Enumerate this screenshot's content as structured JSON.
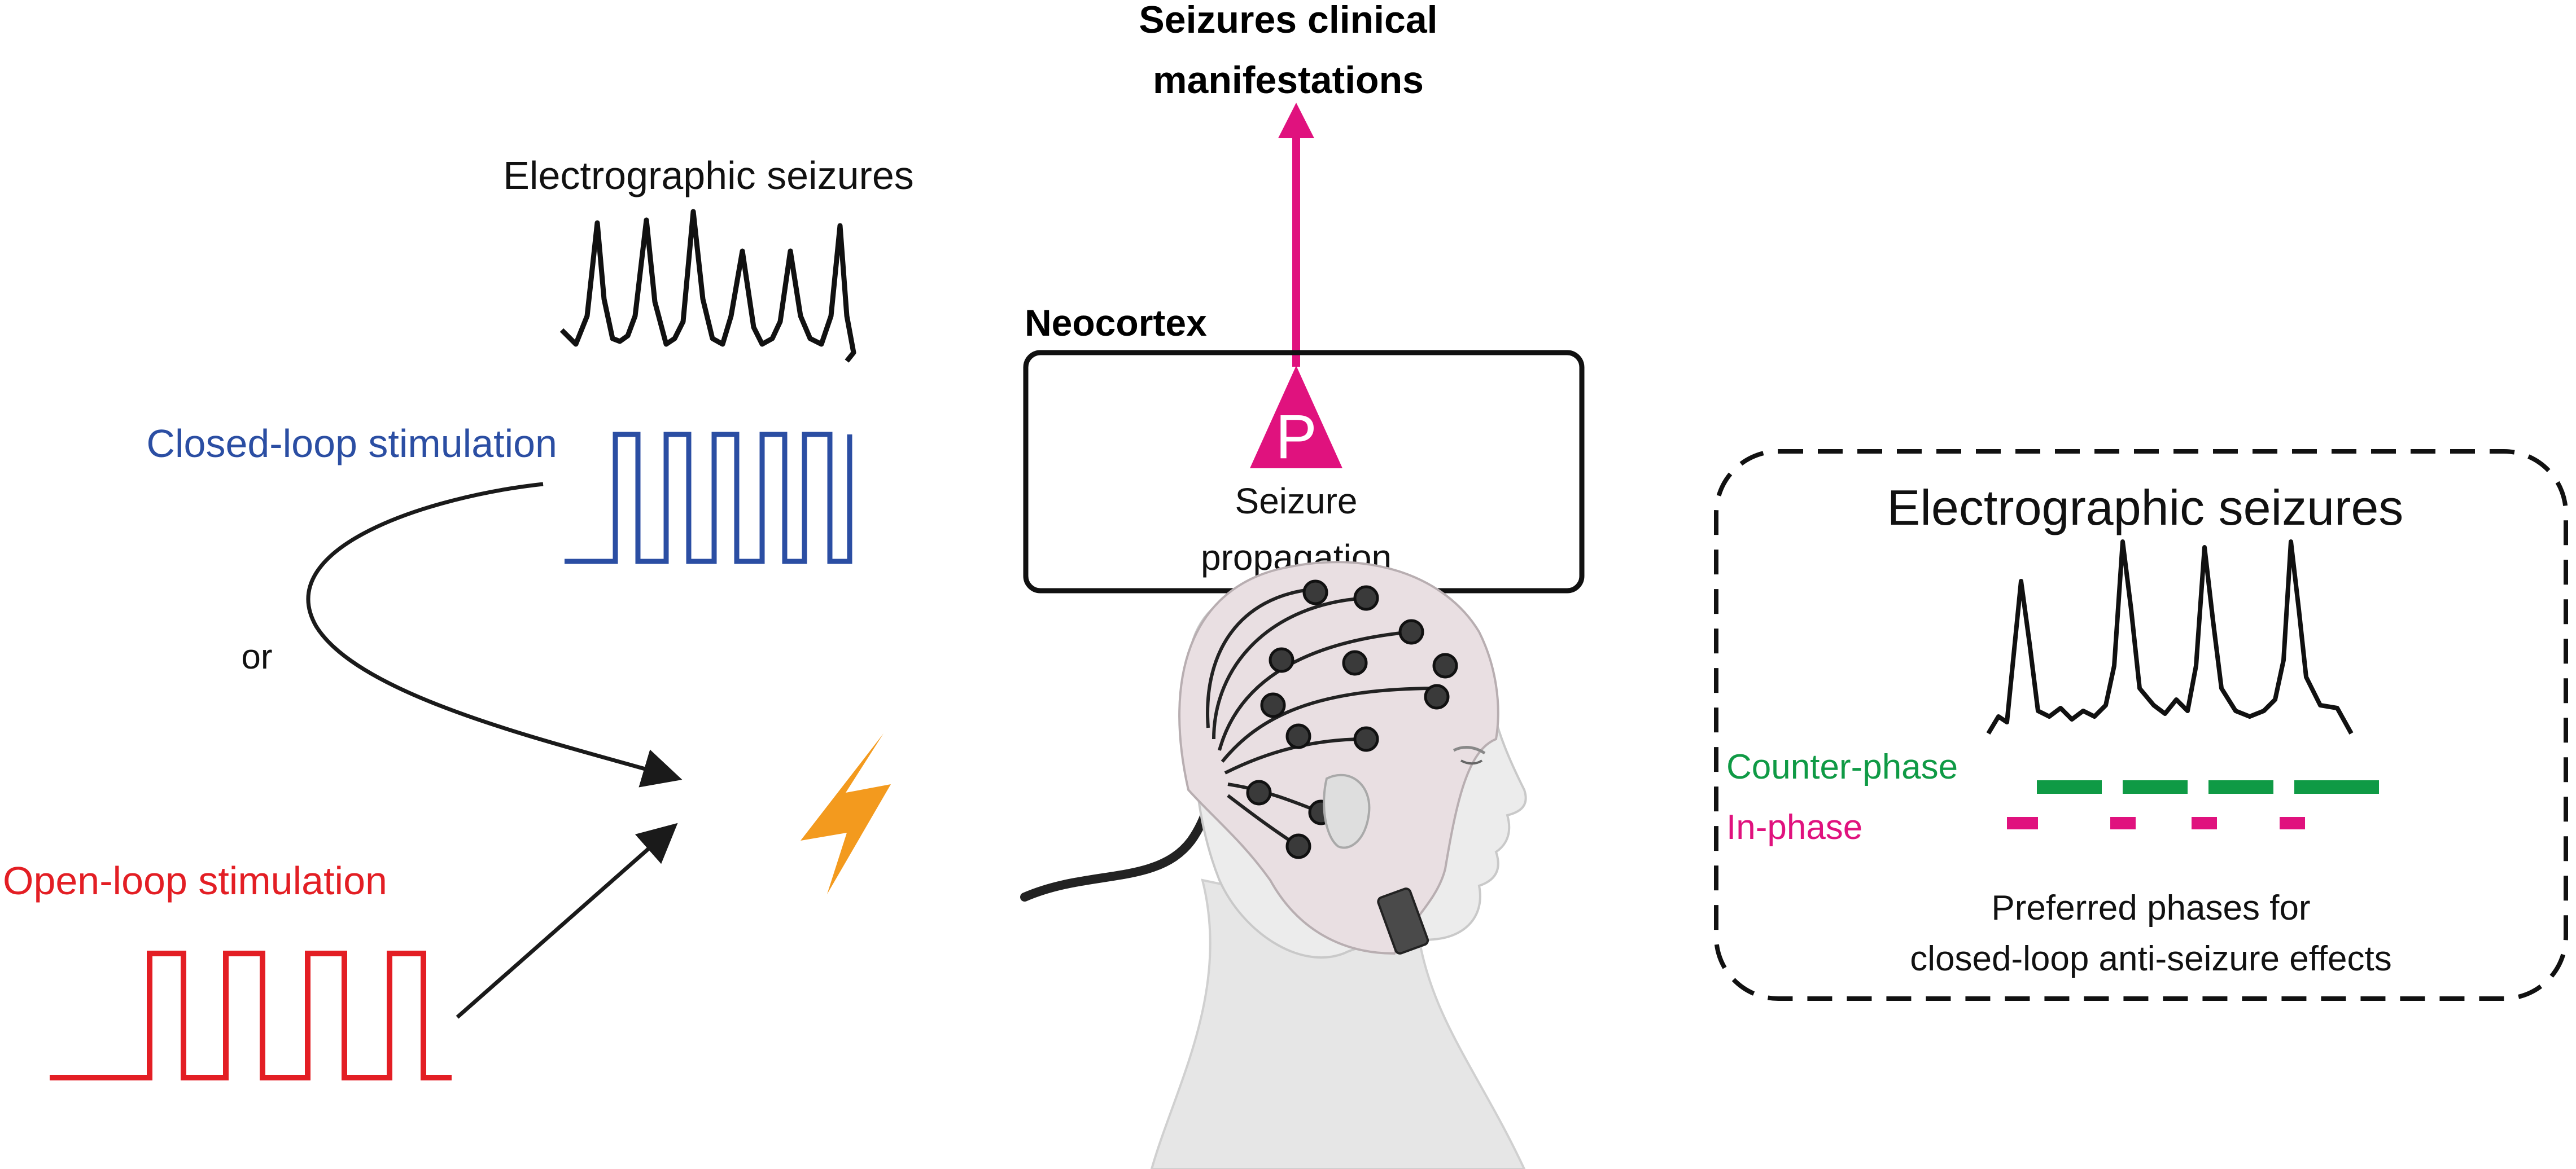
{
  "top_label": "Seizures clinical manifestations",
  "left": {
    "electrographic_label": "Electrographic seizures",
    "closed_loop_label": "Closed-loop stimulation",
    "or_label": "or",
    "open_loop_label": "Open-loop stimulation"
  },
  "center": {
    "neocortex_label": "Neocortex",
    "neuron_letter": "P",
    "propagation_line1": "Seizure",
    "propagation_line2": "propagation"
  },
  "right": {
    "title": "Electrographic seizures",
    "counter_phase_label": "Counter-phase",
    "in_phase_label": "In-phase",
    "footer_line1": "Preferred phases for",
    "footer_line2": "closed-loop anti-seizure effects"
  },
  "colors": {
    "closed_loop": "#2b4ea3",
    "open_loop": "#e31e24",
    "neuron": "#e0127e",
    "counter_phase": "#0f9a45",
    "in_phase": "#e0127e",
    "lightning": "#f39a1e",
    "ink": "#1a1a1a"
  },
  "icons": [
    "lightning-bolt-icon",
    "eeg-head-icon",
    "pyramidal-neuron-icon"
  ]
}
